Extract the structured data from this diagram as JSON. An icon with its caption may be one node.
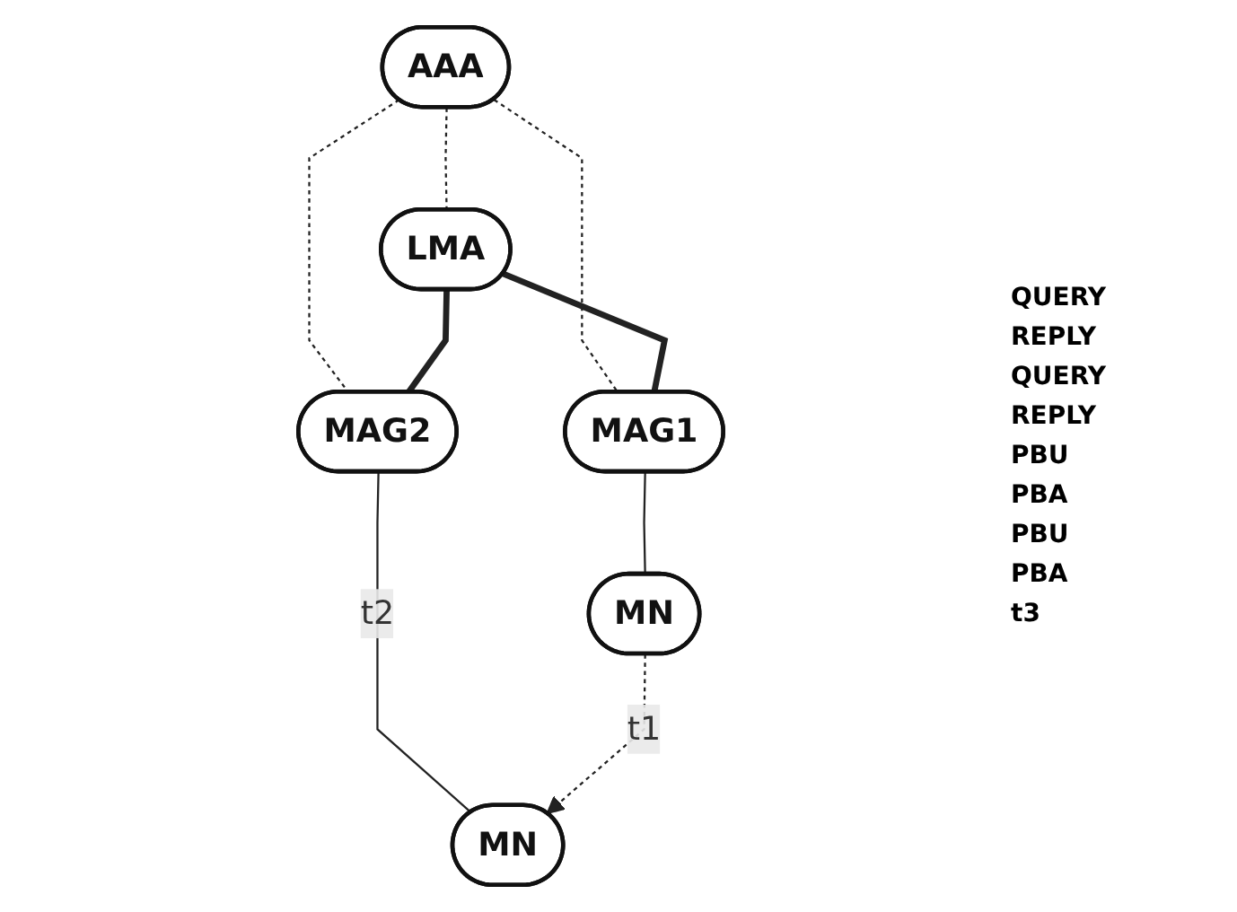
{
  "diagram": {
    "nodes": [
      {
        "text": [
          "AAA"
        ]
      },
      {
        "text": [
          "LMA"
        ]
      },
      {
        "text": [
          "MAG1"
        ]
      },
      {
        "text": [
          "MAG2"
        ]
      },
      {
        "text": [
          "MN"
        ]
      },
      {
        "text": [
          "MN"
        ]
      }
    ],
    "edges": [
      {
        "from": 0,
        "to": 1,
        "arrow": "none",
        "style": "dashed"
      },
      {
        "from": 0,
        "to": 2,
        "arrow": "none",
        "style": "dashed"
      },
      {
        "from": 0,
        "to": 3,
        "arrow": "none",
        "style": "dashed"
      },
      {
        "from": 1,
        "to": 3,
        "arrow": "none",
        "style": "thick"
      },
      {
        "from": 1,
        "to": 2,
        "arrow": "none",
        "style": "thick"
      },
      {
        "from": 2,
        "to": 4,
        "arrow": "none"
      },
      {
        "from": 3,
        "to": 5,
        "arrow": "none",
        "label": "t2"
      },
      {
        "from": 4,
        "to": 5,
        "arrow": "to",
        "style": "dashed",
        "label": "t1"
      }
    ],
    "labels": [
      "QUERY",
      "REPLY",
      "QUERY",
      "REPLY",
      "PBU",
      "PBA",
      "PBU",
      "PBA",
      "t3"
    ]
  }
}
